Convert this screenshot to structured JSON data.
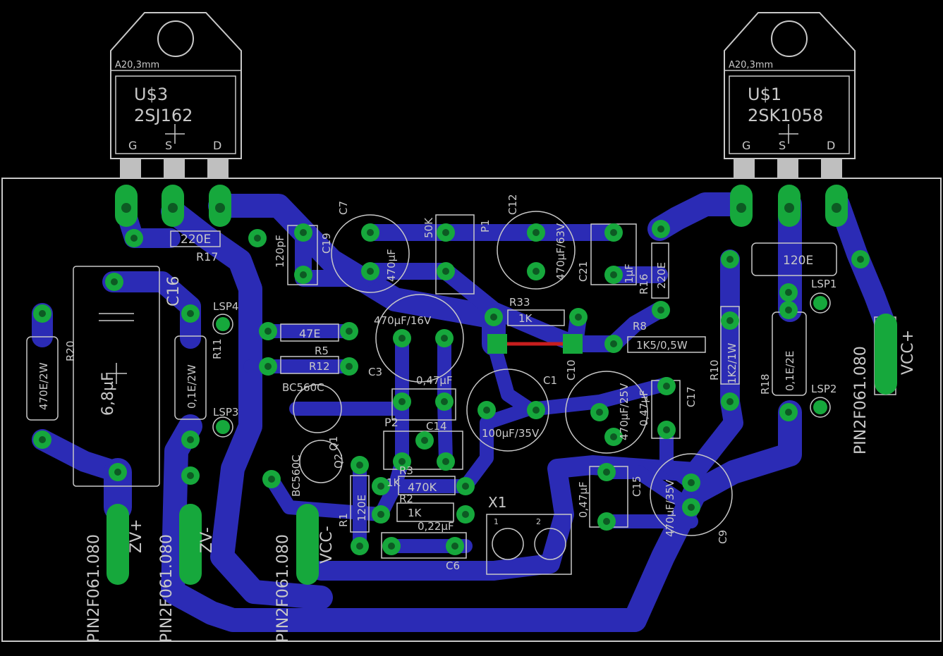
{
  "colors": {
    "background": "#000000",
    "copper": "#2b2bb5",
    "pad": "#16a83c",
    "silkscreen": "#c8c8c8",
    "wire": "#c81e1e"
  },
  "transistors": [
    {
      "ref": "U$3",
      "value": "2SJ162",
      "package": "A20,3mm",
      "pins": [
        "G",
        "S",
        "D"
      ]
    },
    {
      "ref": "U$1",
      "value": "2SK1058",
      "package": "A20,3mm",
      "pins": [
        "G",
        "S",
        "D"
      ]
    }
  ],
  "labels": {
    "r17": "R17",
    "r17v": "220E",
    "c16": "C16",
    "c16v": "6,8µF",
    "r20": "R20",
    "r20v": "470E/2W",
    "r11": "R11",
    "r11v": "0,1E/2W",
    "lsp4": "LSP4",
    "lsp3": "LSP3",
    "c19": "C19",
    "c19v": "120pF",
    "c7": "C7",
    "c7v": "470µF",
    "p1": "P1",
    "p1v": "50K",
    "c12": "C12",
    "c12v": "470µF/63V",
    "c21": "C21",
    "c21v": "1µF",
    "r16": "R16",
    "r16v": "220E",
    "r14v": "120E",
    "lsp1": "LSP1",
    "r33": "R33",
    "r33v": "1K",
    "c3v": "470µF/16V",
    "c3": "C3",
    "r5v": "47E",
    "r5": "R5",
    "r12": "R12",
    "bc560c": "BC560C",
    "bc560c_2": "BC560C",
    "q1": "Q1",
    "q2": "Q2",
    "r8": "R8",
    "r8v": "1K5/0,5W",
    "r10": "R10",
    "r10v": "1K2/1W",
    "r18": "R18",
    "r18v": "0,1E/2E",
    "lsp2": "LSP2",
    "c10": "C10",
    "c1": "C1",
    "c10v": "470µF/25V",
    "c17": "C17",
    "c17v": "0,47µF",
    "c14": "C14",
    "c14v": "0,47µF",
    "c1v": "100µF/35V",
    "p2": "P2",
    "r3": "R3",
    "r3v": "1K",
    "r2": "R2",
    "r2v": "470K",
    "r1": "R1",
    "r1v": "120E",
    "r4v": "1K",
    "c6": "C6",
    "c6v": "0,22µF",
    "x1": "X1",
    "x1p1": "1",
    "x1p2": "2",
    "c15": "C15",
    "c15v": "0,47µF",
    "c9": "C9",
    "c9v": "470µF/35V",
    "zvp_name": "ZV+",
    "zvm_name": "ZV-",
    "vccm_name": "VCC-",
    "vccp_name": "VCC+",
    "pin_type": "PIN2F061.080"
  }
}
